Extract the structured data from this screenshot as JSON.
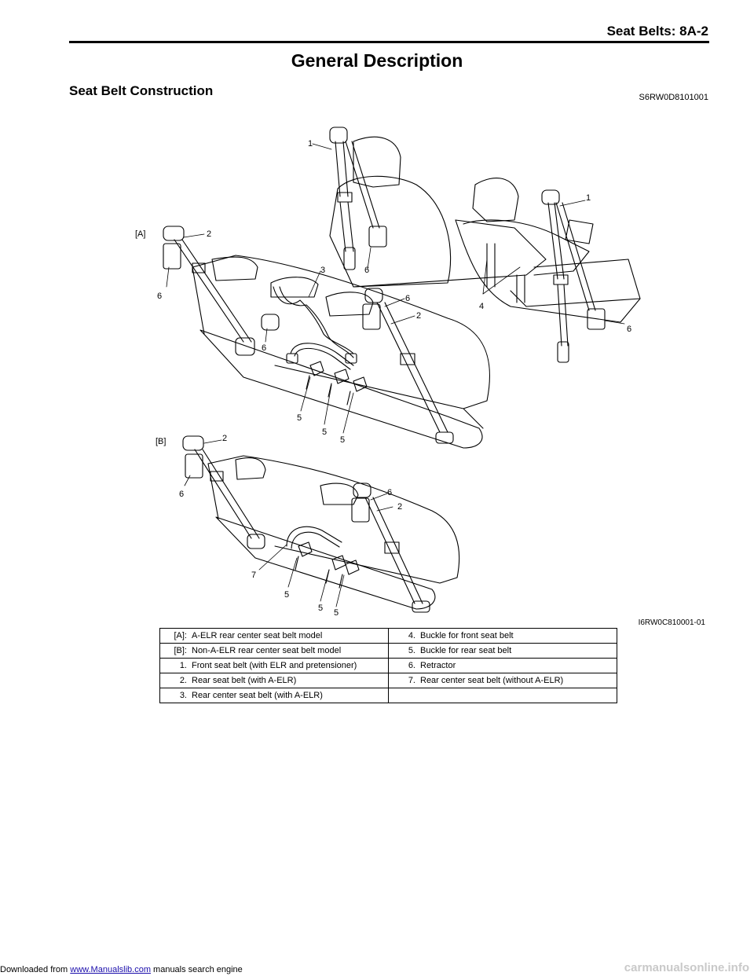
{
  "header": {
    "title": "Seat Belts:    8A-2"
  },
  "main_title": "General Description",
  "section": {
    "title": "Seat Belt Construction",
    "code": "S6RW0D8101001"
  },
  "figure": {
    "id": "I6RW0C810001-01",
    "labels": {
      "A": "[A]",
      "B": "[B]",
      "n1": "1",
      "n2": "2",
      "n3": "3",
      "n4": "4",
      "n5": "5",
      "n6": "6",
      "n7": "7"
    }
  },
  "legend": {
    "rows": [
      {
        "lk": "[A]:",
        "lt": "A-ELR rear center seat belt model",
        "rk": "4.",
        "rt": "Buckle for front seat belt"
      },
      {
        "lk": "[B]:",
        "lt": "Non-A-ELR rear center seat belt model",
        "rk": "5.",
        "rt": "Buckle for rear seat belt"
      },
      {
        "lk": "1.",
        "lt": "Front seat belt (with ELR and pretensioner)",
        "rk": "6.",
        "rt": "Retractor"
      },
      {
        "lk": "2.",
        "lt": "Rear seat belt (with A-ELR)",
        "rk": "7.",
        "rt": "Rear center seat belt (without A-ELR)"
      },
      {
        "lk": "3.",
        "lt": "Rear center seat belt (with A-ELR)",
        "rk": "",
        "rt": ""
      }
    ]
  },
  "footer": {
    "prefix": "Downloaded from ",
    "link": "www.Manualslib.com",
    "suffix": "  manuals search engine",
    "logo": "carmanualsonline.info"
  }
}
